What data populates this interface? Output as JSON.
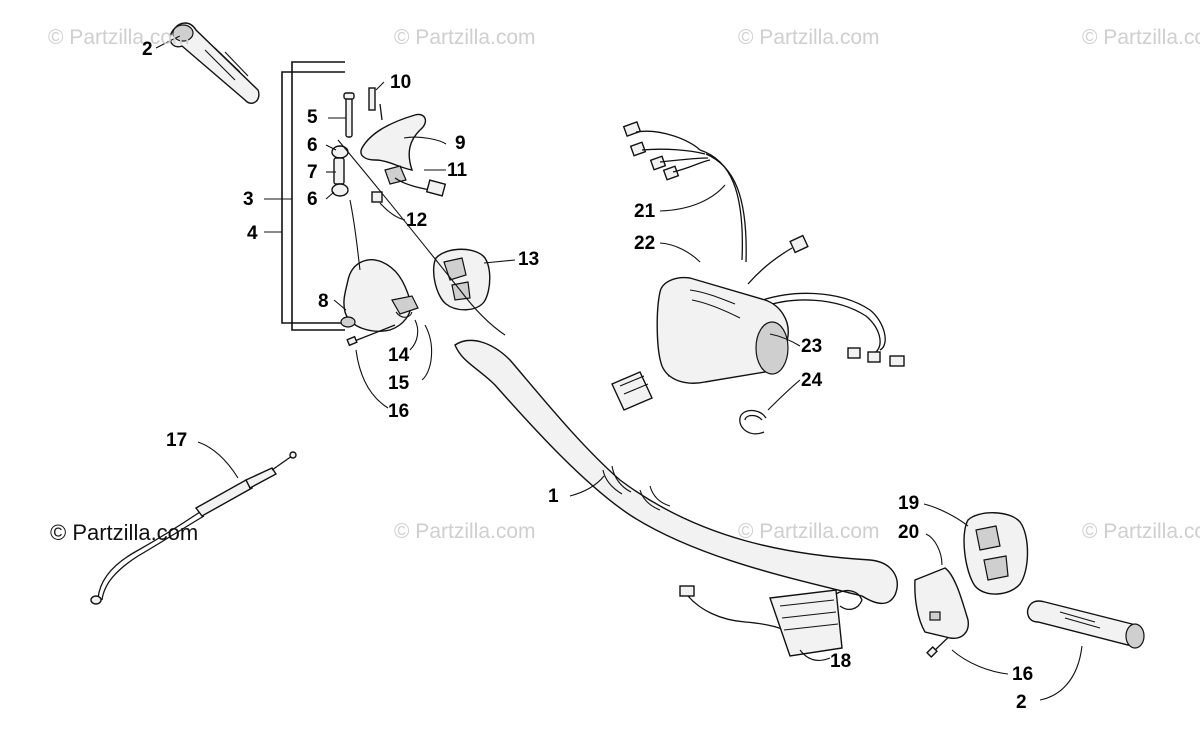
{
  "watermarks": {
    "text": "© Partzilla.com",
    "corner_text": "© Partzilla.com"
  },
  "callouts": {
    "c1": "1",
    "c2a": "2",
    "c2b": "2",
    "c3": "3",
    "c4": "4",
    "c5": "5",
    "c6a": "6",
    "c6b": "6",
    "c7": "7",
    "c8": "8",
    "c9": "9",
    "c10": "10",
    "c11": "11",
    "c12": "12",
    "c13": "13",
    "c14": "14",
    "c15": "15",
    "c16a": "16",
    "c16b": "16",
    "c17": "17",
    "c18": "18",
    "c19": "19",
    "c20": "20",
    "c21": "21",
    "c22": "22",
    "c23": "23",
    "c24": "24"
  },
  "icons": {
    "handlebar": "handlebar-icon",
    "grip": "grip-icon",
    "throttle": "throttle-lever-icon",
    "cable": "throttle-cable-icon",
    "harness": "wiring-harness-icon",
    "pad": "handlebar-pad-icon"
  }
}
